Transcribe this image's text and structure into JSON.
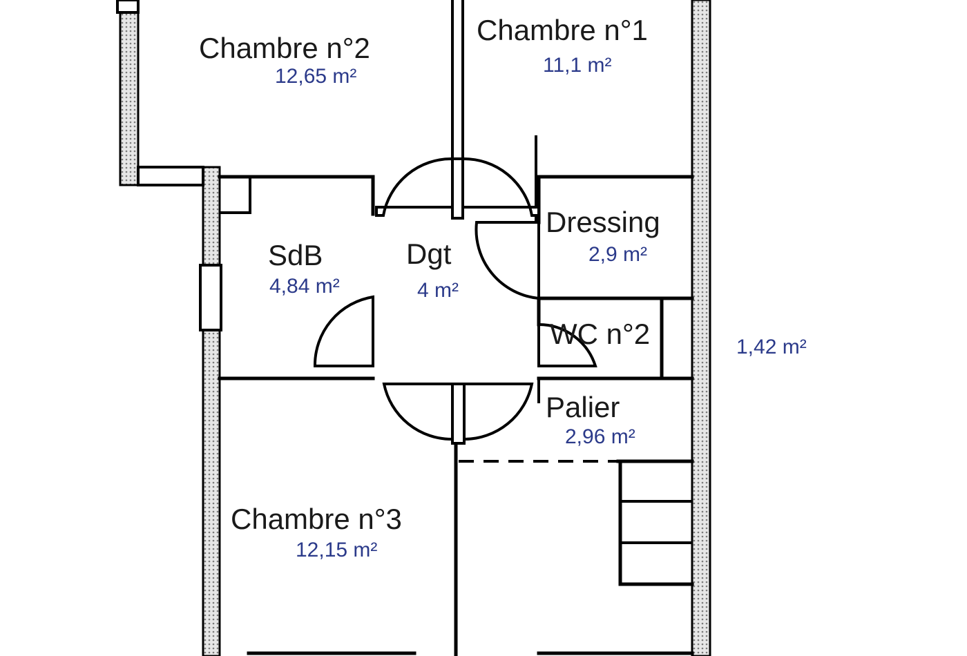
{
  "rooms": [
    {
      "id": "chambre-2",
      "name": "Chambre n°2",
      "area": "12,65  m²"
    },
    {
      "id": "chambre-1",
      "name": "Chambre n°1",
      "area": "11,1  m²"
    },
    {
      "id": "sdb",
      "name": "SdB",
      "area": "4,84  m²"
    },
    {
      "id": "dgt",
      "name": "Dgt",
      "area": "4  m²"
    },
    {
      "id": "dressing",
      "name": "Dressing",
      "area": "2,9  m²"
    },
    {
      "id": "wc-2",
      "name": "WC n°2",
      "area": ""
    },
    {
      "id": "palier",
      "name": "Palier",
      "area": "2,96  m²"
    },
    {
      "id": "chambre-3",
      "name": "Chambre n°3",
      "area": "12,15  m²"
    },
    {
      "id": "exterior",
      "name": "",
      "area": "1,42  m²"
    }
  ],
  "colors": {
    "area_text": "#2b3a8a",
    "wall": "#000000",
    "hatch": "#9a9a9a"
  }
}
